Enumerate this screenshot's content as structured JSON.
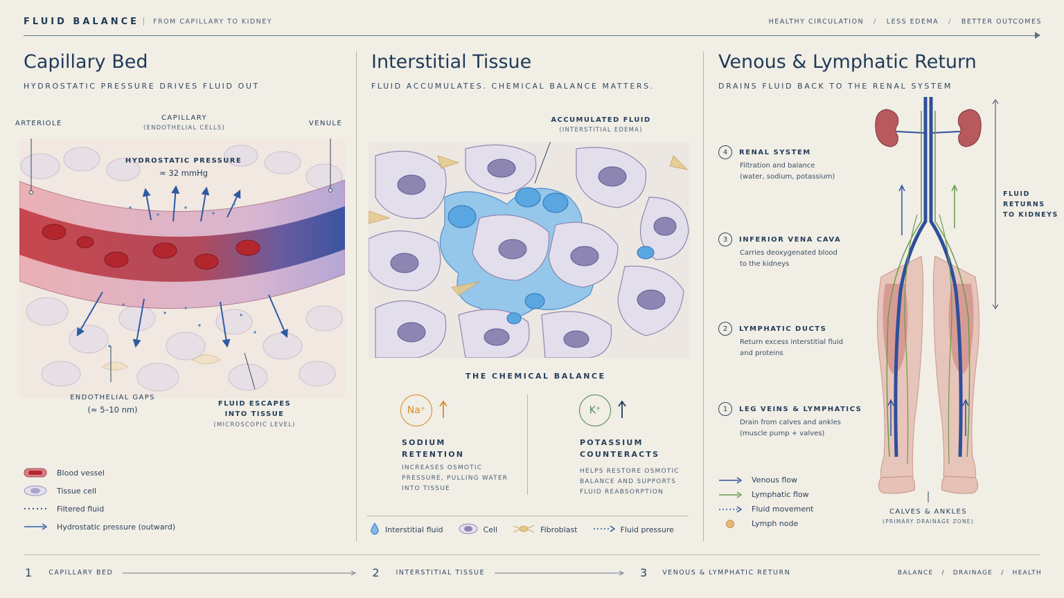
{
  "header": {
    "title": "FLUID BALANCE",
    "subtitle": "FROM CAPILLARY TO KIDNEY",
    "tags": [
      "HEALTHY CIRCULATION",
      "LESS EDEMA",
      "BETTER OUTCOMES"
    ],
    "separator": "/"
  },
  "capillary": {
    "title": "Capillary Bed",
    "subtitle": "HYDROSTATIC PRESSURE DRIVES FLUID OUT",
    "arteriole": "ARTERIOLE",
    "venule": "VENULE",
    "capillary_label": "CAPILLARY",
    "capillary_sub": "(ENDOTHELIAL CELLS)",
    "pressure_label": "HYDROSTATIC PRESSURE",
    "pressure_value": "≈ 32 mmHg",
    "gaps_label": "ENDOTHELIAL GAPS",
    "gaps_value": "(≈ 5–10 nm)",
    "escape_label_1": "FLUID ESCAPES",
    "escape_label_2": "INTO TISSUE",
    "escape_sub": "(MICROSCOPIC LEVEL)",
    "legend": [
      "Blood vessel",
      "Tissue cell",
      "Filtered fluid",
      "Hydrostatic pressure (outward)"
    ]
  },
  "interstitial": {
    "title": "Interstitial Tissue",
    "subtitle": "FLUID ACCUMULATES. CHEMICAL BALANCE MATTERS.",
    "accum_label": "ACCUMULATED FLUID",
    "accum_sub": "(INTERSTITIAL EDEMA)",
    "chem_head": "THE CHEMICAL BALANCE",
    "sodium_symbol": "Na⁺",
    "sodium_name_1": "SODIUM",
    "sodium_name_2": "RETENTION",
    "sodium_desc": [
      "INCREASES OSMOTIC",
      "PRESSURE, PULLING WATER",
      "INTO TISSUE"
    ],
    "potassium_symbol": "K⁺",
    "potassium_name_1": "POTASSIUM",
    "potassium_name_2": "COUNTERACTS",
    "potassium_desc": [
      "HELPS RESTORE OSMOTIC",
      "BALANCE AND SUPPORTS",
      "FLUID REABSORPTION"
    ],
    "legend": [
      "Interstitial fluid",
      "Cell",
      "Fibroblast",
      "Fluid pressure"
    ]
  },
  "venous": {
    "title": "Venous & Lymphatic Return",
    "subtitle": "DRAINS FLUID BACK TO THE RENAL SYSTEM",
    "steps": [
      {
        "num": "4",
        "title": "RENAL SYSTEM",
        "desc": [
          "Filtration and balance",
          "(water, sodium, potassium)"
        ]
      },
      {
        "num": "3",
        "title": "INFERIOR VENA CAVA",
        "desc": [
          "Carries deoxygenated blood",
          "to the kidneys"
        ]
      },
      {
        "num": "2",
        "title": "LYMPHATIC DUCTS",
        "desc": [
          "Return excess interstitial fluid",
          "and proteins"
        ]
      },
      {
        "num": "1",
        "title": "LEG VEINS & LYMPHATICS",
        "desc": [
          "Drain from calves and ankles",
          "(muscle pump + valves)"
        ]
      }
    ],
    "returns": [
      "FLUID",
      "RETURNS",
      "TO KIDNEYS"
    ],
    "calves_label": "CALVES & ANKLES",
    "calves_sub": "(PRIMARY DRAINAGE ZONE)",
    "legend": [
      "Venous flow",
      "Lymphatic flow",
      "Fluid movement",
      "Lymph node"
    ]
  },
  "footer": {
    "steps": [
      {
        "num": "1",
        "label": "CAPILLARY BED"
      },
      {
        "num": "2",
        "label": "INTERSTITIAL TISSUE"
      },
      {
        "num": "3",
        "label": "VENOUS & LYMPHATIC RETURN"
      }
    ],
    "tags": [
      "BALANCE",
      "DRAINAGE",
      "HEALTH"
    ],
    "separator": "/"
  },
  "colors": {
    "background": "#f1eee6",
    "navy": "#1f3a56",
    "vessel_red": "#c0474d",
    "vein_blue": "#2f4f9c",
    "fluid_blue": "#5aa6e0",
    "lymph_green": "#6a9a4a",
    "sodium_orange": "#d98a2b",
    "potassium_green": "#4f8a4e"
  }
}
